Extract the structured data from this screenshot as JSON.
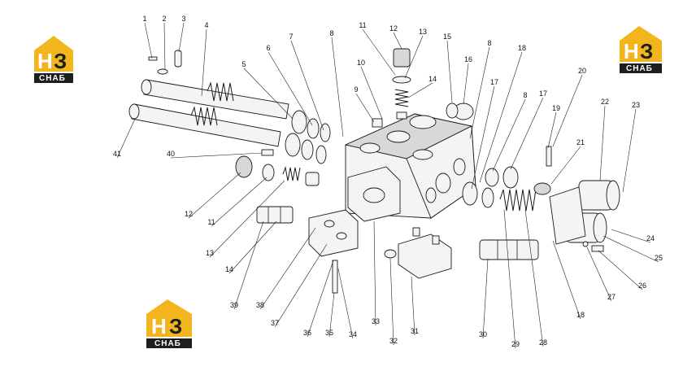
{
  "logo": {
    "mark_left": "Н",
    "mark_right": "З",
    "wordmark": "СНАБ",
    "colors": {
      "house": "#f2b51d",
      "bar": "#1e1e1e",
      "letters": "#1e1e1e"
    }
  },
  "callouts": [
    {
      "id": "c1",
      "label": "1"
    },
    {
      "id": "c2",
      "label": "2"
    },
    {
      "id": "c3",
      "label": "3"
    },
    {
      "id": "c4",
      "label": "4"
    },
    {
      "id": "c5",
      "label": "5"
    },
    {
      "id": "c6",
      "label": "6"
    },
    {
      "id": "c7",
      "label": "7"
    },
    {
      "id": "c8a",
      "label": "8"
    },
    {
      "id": "c9",
      "label": "9"
    },
    {
      "id": "c10",
      "label": "10"
    },
    {
      "id": "c11a",
      "label": "11"
    },
    {
      "id": "c12a",
      "label": "12"
    },
    {
      "id": "c13a",
      "label": "13"
    },
    {
      "id": "c14a",
      "label": "14"
    },
    {
      "id": "c15",
      "label": "15"
    },
    {
      "id": "c16",
      "label": "16"
    },
    {
      "id": "c8b",
      "label": "8"
    },
    {
      "id": "c18a",
      "label": "18"
    },
    {
      "id": "c17a",
      "label": "17"
    },
    {
      "id": "c8c",
      "label": "8"
    },
    {
      "id": "c17b",
      "label": "17"
    },
    {
      "id": "c20",
      "label": "20"
    },
    {
      "id": "c19",
      "label": "19"
    },
    {
      "id": "c22",
      "label": "22"
    },
    {
      "id": "c23",
      "label": "23"
    },
    {
      "id": "c21",
      "label": "21"
    },
    {
      "id": "c41",
      "label": "41"
    },
    {
      "id": "c40",
      "label": "40"
    },
    {
      "id": "c12b",
      "label": "12"
    },
    {
      "id": "c11b",
      "label": "11"
    },
    {
      "id": "c13b",
      "label": "13"
    },
    {
      "id": "c14b",
      "label": "14"
    },
    {
      "id": "c24",
      "label": "24"
    },
    {
      "id": "c25",
      "label": "25"
    },
    {
      "id": "c26",
      "label": "26"
    },
    {
      "id": "c27",
      "label": "27"
    },
    {
      "id": "c18b",
      "label": "18"
    },
    {
      "id": "c39",
      "label": "39"
    },
    {
      "id": "c38",
      "label": "38"
    },
    {
      "id": "c37",
      "label": "37"
    },
    {
      "id": "c36",
      "label": "36"
    },
    {
      "id": "c35",
      "label": "35"
    },
    {
      "id": "c34",
      "label": "34"
    },
    {
      "id": "c33",
      "label": "33"
    },
    {
      "id": "c32",
      "label": "32"
    },
    {
      "id": "c31",
      "label": "31"
    },
    {
      "id": "c30",
      "label": "30"
    },
    {
      "id": "c29",
      "label": "29"
    },
    {
      "id": "c28",
      "label": "28"
    }
  ]
}
